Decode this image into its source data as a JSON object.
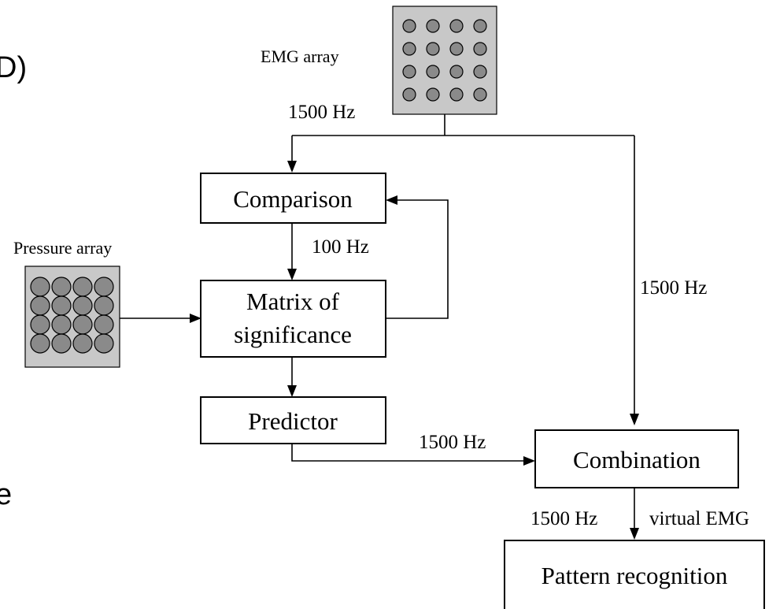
{
  "fragments": {
    "top_left": "D)",
    "mid_left": "e"
  },
  "nodes": {
    "emg_array": "EMG array",
    "pressure_array": "Pressure array",
    "comparison": "Comparison",
    "matrix_line1": "Matrix of",
    "matrix_line2": "significance",
    "predictor": "Predictor",
    "combination": "Combination",
    "pattern_recognition": "Pattern recognition"
  },
  "edge_labels": {
    "emg_to_comparison": "1500 Hz",
    "comparison_to_matrix": "100 Hz",
    "emg_to_combination": "1500 Hz",
    "predictor_to_combination": "1500 Hz",
    "combination_to_pattern": "1500 Hz",
    "virtual_emg": "virtual EMG"
  },
  "colors": {
    "sensor_panel": "#c8c8c8",
    "sensor_dot": "#8a8a8a",
    "ink": "#000000"
  }
}
